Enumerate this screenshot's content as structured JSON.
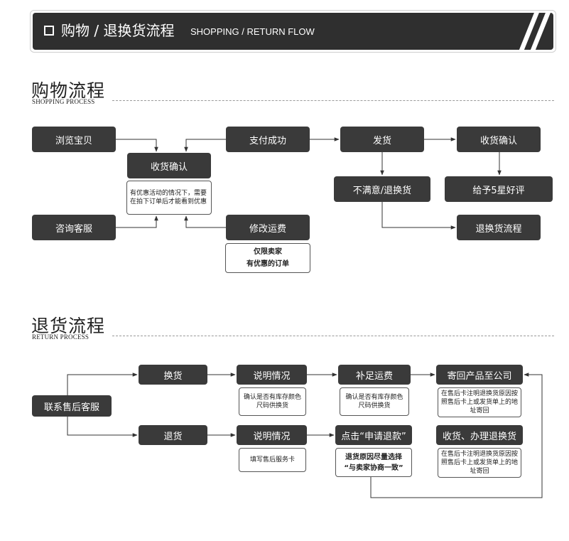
{
  "header": {
    "title_cn": "购物 / 退换货流程",
    "title_en": "SHOPPING / RETURN FLOW"
  },
  "shopping": {
    "title_cn": "购物流程",
    "title_en": "SHOPPING PROCESS",
    "browse": "浏览宝贝",
    "confirm_receipt": "收货确认",
    "confirm_note": "有优惠活动的情况下，需要在拍下订单后才能看到优惠",
    "consult": "咨询客服",
    "payment_success": "支付成功",
    "modify_shipping": "修改运费",
    "modify_note_line1": "仅限卖家",
    "modify_note_line2": "有优惠的订单",
    "ship": "发货",
    "receive_confirm": "收货确认",
    "unsatisfied": "不满意/退换货",
    "five_star": "给予5星好评",
    "return_process": "退换货流程"
  },
  "returns": {
    "title_cn": "退货流程",
    "title_en": "RETURN PROCESS",
    "contact": "联系售后客服",
    "exchange": "换货",
    "refund": "退货",
    "explain_1": "说明情况",
    "explain_2": "说明情况",
    "explain_note_1": "确认是否有库存颜色尺码供换货",
    "explain_note_2": "填写售后服务卡",
    "pay_shipping": "补足运费",
    "pay_shipping_note": "确认是否有库存颜色尺码供换货",
    "apply_refund": "点击“申请退款”",
    "apply_refund_note_line1": "退货原因尽量选择",
    "apply_refund_note_line2": "“与卖家协商一致”",
    "send_back": "寄回产品至公司",
    "send_back_note": "在售后卡注明退换货原因按照售后卡上或发货单上的地址寄回",
    "receive_process": "收货、办理退换货",
    "receive_process_note": "在售后卡注明退换货原因按照售后卡上或发货单上的地址寄回"
  },
  "colors": {
    "box_fill": "#3a3a3a",
    "banner_fill": "#2f2f2f",
    "line": "#333333"
  }
}
